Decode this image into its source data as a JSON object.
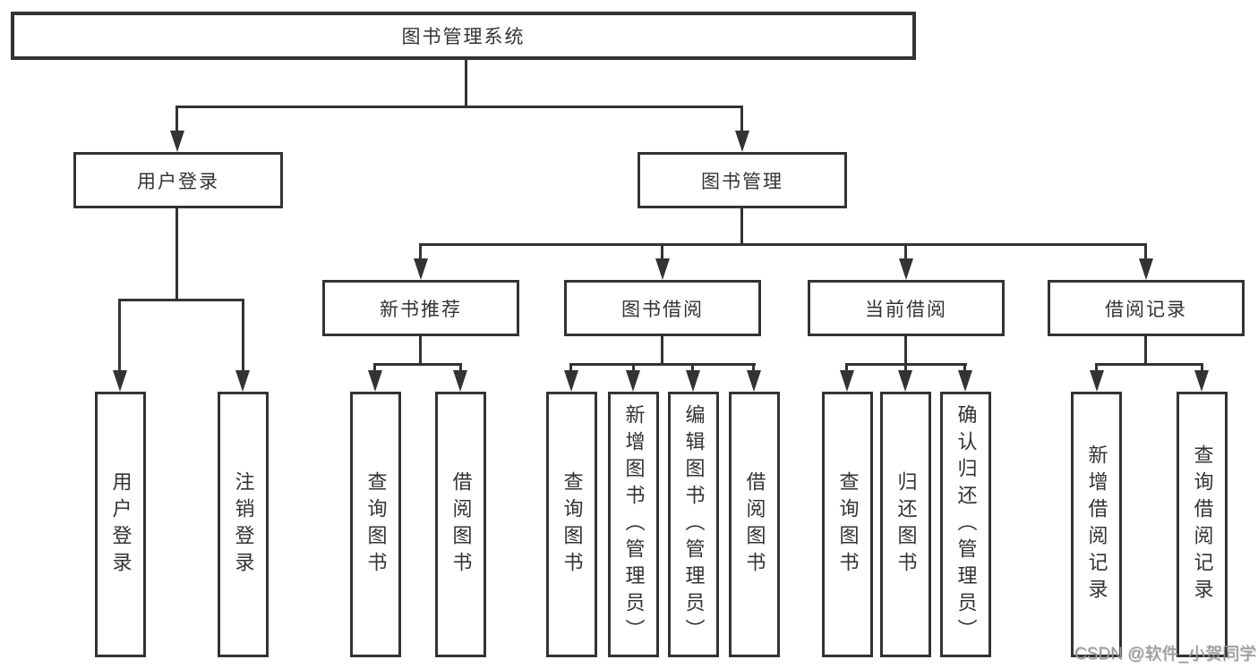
{
  "diagram_type": "hierarchy-tree",
  "nodes": {
    "root": "图书管理系统",
    "level2": [
      "用户登录",
      "图书管理"
    ],
    "level3": [
      "新书推荐",
      "图书借阅",
      "当前借阅",
      "借阅记录"
    ],
    "leaves_user_login": [
      "用户登录",
      "注销登录"
    ],
    "leaves_new_book": [
      "查询图书",
      "借阅图书"
    ],
    "leaves_book_borrow": [
      "查询图书",
      "新增图书（管理员）",
      "编辑图书（管理员）",
      "借阅图书"
    ],
    "leaves_current_borrow": [
      "查询图书",
      "归还图书",
      "确认归还（管理员）"
    ],
    "leaves_borrow_record": [
      "新增借阅记录",
      "查询借阅记录"
    ]
  },
  "watermark": "CSDN @软件_小贺同学",
  "colors": {
    "line": "#333333",
    "text": "#333333",
    "watermark": "#9b9b9b",
    "background": "#ffffff"
  }
}
